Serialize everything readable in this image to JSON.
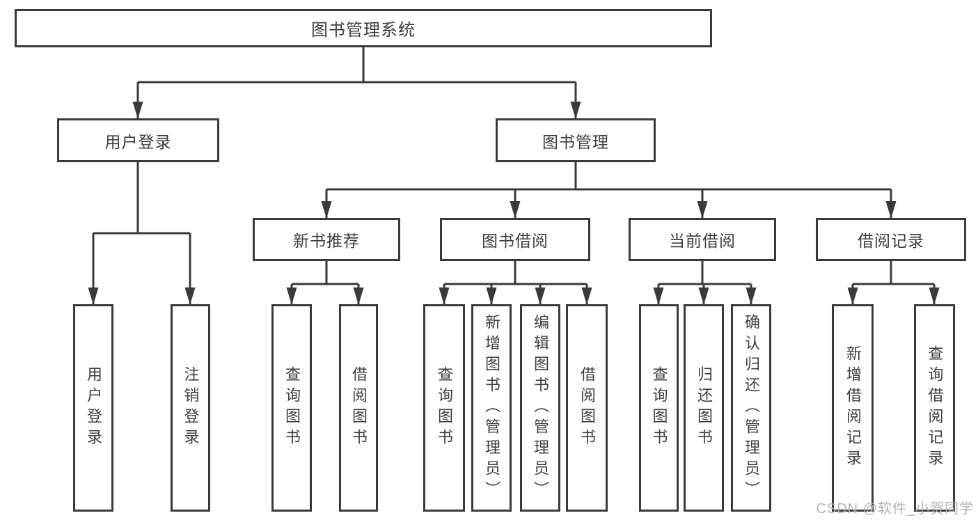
{
  "watermark": "CSDN @软件_小贺同学",
  "colors": {
    "line": "#3a3a3a",
    "box_border": "#3a3a3a",
    "box_background": "#ffffff",
    "text": "#3d3d3d",
    "watermark_text": "#afafaf"
  },
  "nodes": {
    "root": "图书管理系统",
    "user_login": "用户登录",
    "book_management": "图书管理",
    "new_book_recommend": "新书推荐",
    "book_borrow": "图书借阅",
    "current_borrow": "当前借阅",
    "borrow_record": "借阅记录",
    "leaves": {
      "user_login": "用户登录",
      "logout": "注销登录",
      "recommend_query_books": "查询图书",
      "recommend_borrow_books": "借阅图书",
      "borrow_query_books": "查询图书",
      "borrow_add_books": "新增图书（管理员）",
      "borrow_edit_books": "编辑图书（管理员）",
      "borrow_borrow_books": "借阅图书",
      "current_query_books": "查询图书",
      "current_return_books": "归还图书",
      "current_confirm_return": "确认归还（管理员）",
      "record_add": "新增借阅记录",
      "record_query": "查询借阅记录"
    }
  },
  "hierarchy": {
    "图书管理系统": {
      "用户登录": [
        "用户登录",
        "注销登录"
      ],
      "图书管理": {
        "新书推荐": [
          "查询图书",
          "借阅图书"
        ],
        "图书借阅": [
          "查询图书",
          "新增图书（管理员）",
          "编辑图书（管理员）",
          "借阅图书"
        ],
        "当前借阅": [
          "查询图书",
          "归还图书",
          "确认归还（管理员）"
        ],
        "借阅记录": [
          "新增借阅记录",
          "查询借阅记录"
        ]
      }
    }
  }
}
